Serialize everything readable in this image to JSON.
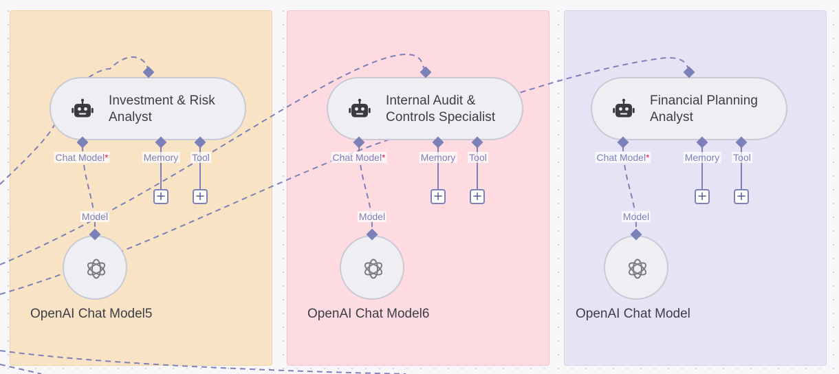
{
  "canvas": {
    "sticky_colors": [
      "#f8e3c5",
      "#fddbe1",
      "#e6e3f4"
    ],
    "wire_color": "#7c80b8",
    "node_fill": "#eeeef3"
  },
  "groups": [
    {
      "agent": {
        "title_line1": "Investment & Risk",
        "title_line2": "Analyst",
        "icon": "robot-icon"
      },
      "ports": {
        "chat_model": "Chat Model",
        "required_mark": "*",
        "memory": "Memory",
        "tool": "Tool",
        "model": "Model"
      },
      "model_node": {
        "name": "OpenAI Chat Model5",
        "icon": "openai-logo-icon"
      },
      "add_buttons": [
        "+",
        "+"
      ]
    },
    {
      "agent": {
        "title_line1": "Internal Audit &",
        "title_line2": "Controls Specialist",
        "icon": "robot-icon"
      },
      "ports": {
        "chat_model": "Chat Model",
        "required_mark": "*",
        "memory": "Memory",
        "tool": "Tool",
        "model": "Model"
      },
      "model_node": {
        "name": "OpenAI Chat Model6",
        "icon": "openai-logo-icon"
      },
      "add_buttons": [
        "+",
        "+"
      ]
    },
    {
      "agent": {
        "title_line1": "Financial Planning",
        "title_line2": "Analyst",
        "icon": "robot-icon"
      },
      "ports": {
        "chat_model": "Chat Model",
        "required_mark": "*",
        "memory": "Memory",
        "tool": "Tool",
        "model": "Model"
      },
      "model_node": {
        "name": "OpenAI Chat Model",
        "icon": "openai-logo-icon"
      },
      "add_buttons": [
        "+",
        "+"
      ]
    }
  ]
}
